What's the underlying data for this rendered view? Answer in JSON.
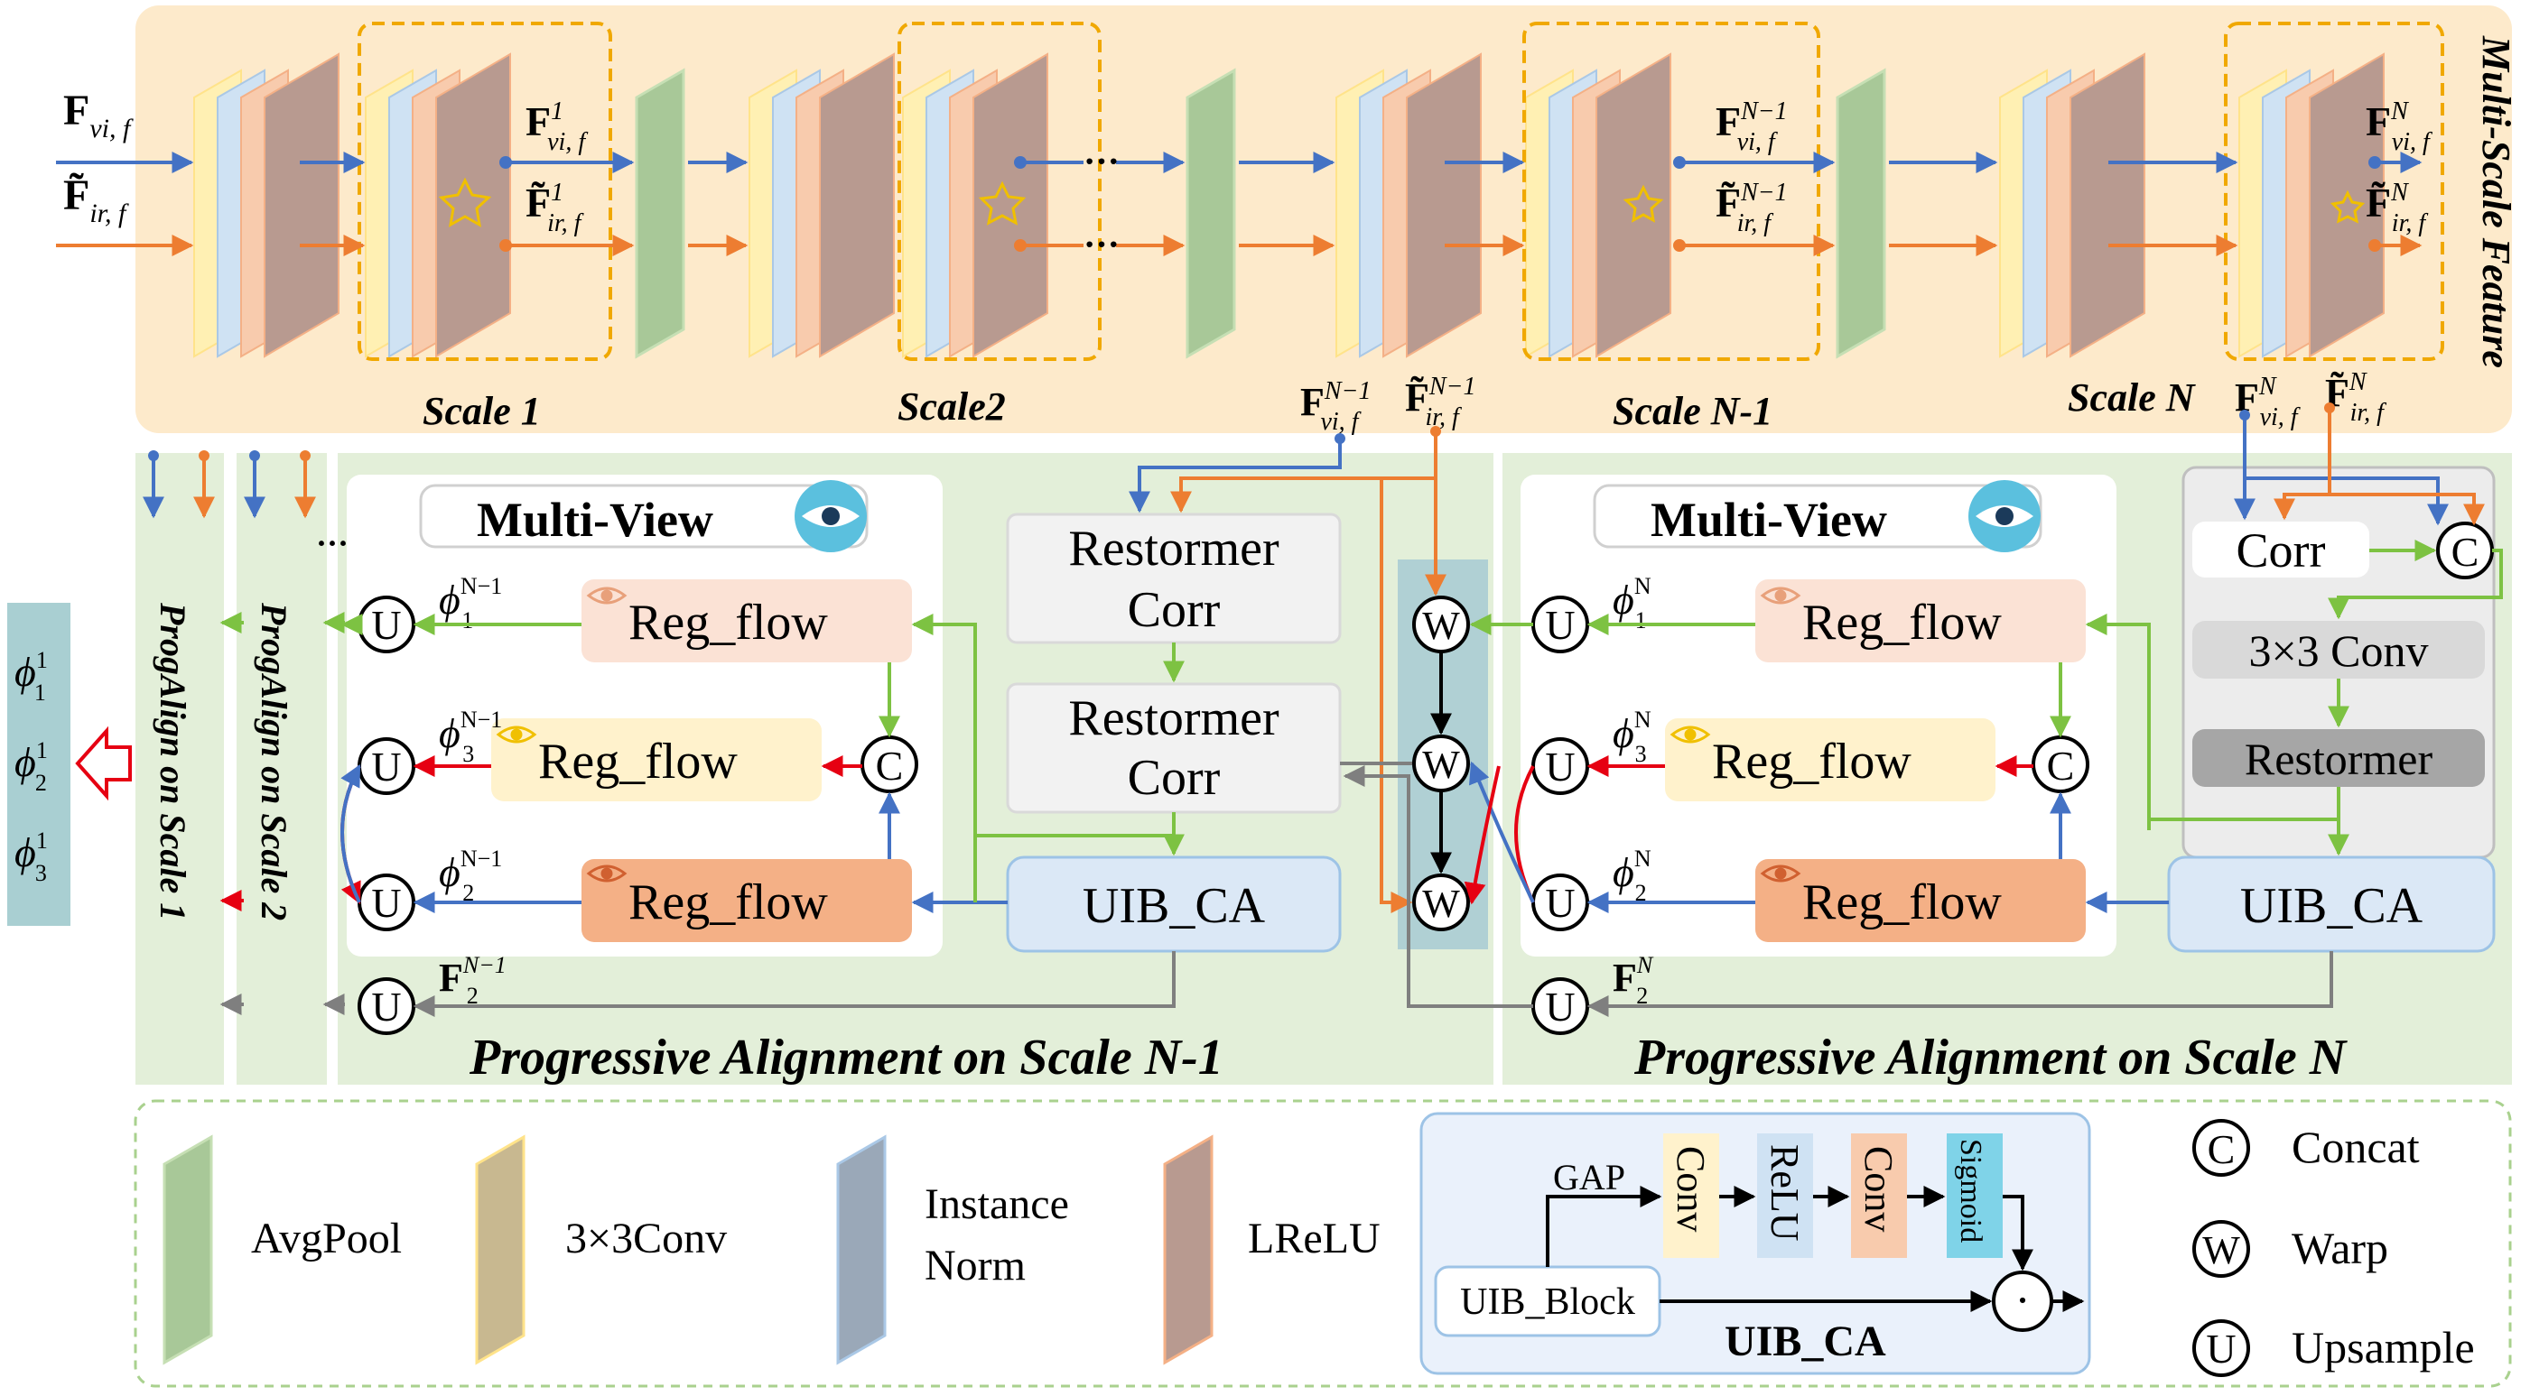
{
  "multi_scale": {
    "title": "Multi-Scale Feature",
    "scale_labels": [
      "Scale 1",
      "Scale2",
      "Scale N-1",
      "Scale N"
    ]
  },
  "inputs": {
    "vi": {
      "base": "F",
      "sub": "vi, f"
    },
    "ir": {
      "base": "F̃",
      "sub": "ir, f"
    }
  },
  "scale_outputs": [
    {
      "vi_sup": "1",
      "ir_sup": "1"
    },
    {
      "vi_sup": "N−1",
      "ir_sup": "N−1"
    },
    {
      "vi_sup": "N",
      "ir_sup": "N"
    }
  ],
  "feature_taps": {
    "n_minus_1": {
      "vi_sup": "N−1",
      "ir_sup": "N−1"
    },
    "n": {
      "vi_sup": "N",
      "ir_sup": "N"
    }
  },
  "ellipsis": "···",
  "panel_n_minus_1": {
    "title": "Progressive Alignment on Scale N-1",
    "multi_view": "Multi-View",
    "reg_flow": "Reg_flow",
    "restormer_corr_1": [
      "Restormer",
      "Corr"
    ],
    "restormer_corr_2": [
      "Restormer",
      "Corr"
    ],
    "uib_ca": "UIB_CA",
    "phi": [
      {
        "sub": "1",
        "sup": "N−1"
      },
      {
        "sub": "3",
        "sup": "N−1"
      },
      {
        "sub": "2",
        "sup": "N−1"
      }
    ],
    "f2": {
      "base": "F",
      "sub": "2",
      "sup": "N−1"
    }
  },
  "panel_n": {
    "title": "Progressive Alignment on Scale N",
    "multi_view": "Multi-View",
    "reg_flow": "Reg_flow",
    "corr": "Corr",
    "conv": "3×3 Conv",
    "restormer": "Restormer",
    "uib_ca": "UIB_CA",
    "phi": [
      {
        "sub": "1",
        "sup": "N"
      },
      {
        "sub": "3",
        "sup": "N"
      },
      {
        "sub": "2",
        "sup": "N"
      }
    ],
    "f2": {
      "base": "F",
      "sub": "2",
      "sup": "N"
    }
  },
  "prog_align": [
    "ProgAlign on Scale 1",
    "ProgAlign on Scale 2"
  ],
  "final_phi": [
    {
      "sub": "1",
      "sup": "1"
    },
    {
      "sub": "2",
      "sup": "1"
    },
    {
      "sub": "3",
      "sup": "1"
    }
  ],
  "symbols": {
    "upsample": "U",
    "warp": "W",
    "concat": "C",
    "multiply": "·"
  },
  "legend": {
    "avgpool": "AvgPool",
    "conv3x3": "3×3Conv",
    "instance_norm": [
      "Instance",
      "Norm"
    ],
    "lrelu": "LReLU",
    "concat": "Concat",
    "warp": "Warp",
    "upsample": "Upsample"
  },
  "uib_ca_detail": {
    "title": "UIB_CA",
    "gap": "GAP",
    "uib_block": "UIB_Block",
    "conv": "Conv",
    "relu": "ReLU",
    "sigmoid": "Sigmoid"
  },
  "colors": {
    "feature_bg": "#fdeacb",
    "panel_bg": "#e3efd9",
    "green_arrow": "#7dc242",
    "blue_arrow": "#4472c4",
    "orange_arrow": "#ed7d31",
    "red_arrow": "#e60012",
    "gray_arrow": "#7f7f7f",
    "avgpool": "#c6dfb4",
    "conv": "#fff0b3",
    "norm": "#cfe2f3",
    "lrelu": "#f8cbad",
    "block_dark": "#b89a90",
    "scale_outline": "#f0a800",
    "warp_column": "#b0d0d4",
    "side_phi_box": "#a9cfd2"
  }
}
